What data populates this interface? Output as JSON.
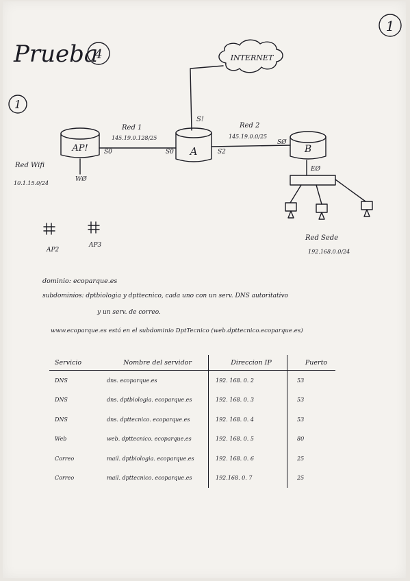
{
  "page": {
    "title": "Prueba",
    "title_number": "4",
    "page_number": "1",
    "exercise_number": "1"
  },
  "diagram": {
    "cloud": "INTERNET",
    "router_a": "A",
    "router_b": "B",
    "access_point": "AP!",
    "iface_s1": "S!",
    "iface_s0_ap": "S0",
    "iface_s0_a": "S0",
    "iface_s2": "S2",
    "iface_s0_b": "SØ",
    "iface_e0": "EØ",
    "iface_w0": "WØ",
    "red1_label": "Red 1",
    "red1_addr": "145.19.0.128/25",
    "red2_label": "Red 2",
    "red2_addr": "145.19.0.0/25",
    "wifi_label": "Red Wifi",
    "wifi_addr": "10.1.15.0/24",
    "sede_label": "Red Sede",
    "sede_addr": "192.168.0.0/24",
    "ap2_label": "AP2",
    "ap3_label": "AP3"
  },
  "notes": {
    "domain_line": "dominio: ecoparque.es",
    "subdomain_line1": "subdominios: dptbiologia y dpttecnico, cada uno con un serv. DNS autoritativo",
    "subdomain_line2": "y un serv. de correo.",
    "www_line": "www.ecoparque.es está en el subdominio DptTecnico (web.dpttecnico.ecoparque.es)"
  },
  "table": {
    "headers": [
      "Servicio",
      "Nombre del servidor",
      "Direccion IP",
      "Puerto"
    ],
    "rows": [
      [
        "DNS",
        "dns. ecoparque.es",
        "192. 168. 0. 2",
        "53"
      ],
      [
        "DNS",
        "dns. dptbiologia. ecoparque.es",
        "192. 168. 0. 3",
        "53"
      ],
      [
        "DNS",
        "dns. dpttecnico. ecoparque.es",
        "192. 168. 0. 4",
        "53"
      ],
      [
        "Web",
        "web. dpttecnico. ecoparque.es",
        "192. 168. 0. 5",
        "80"
      ],
      [
        "Correo",
        "mail. dptbiologia. ecoparque.es",
        "192. 168. 0. 6",
        "25"
      ],
      [
        "Correo",
        "mail. dpttecnico. ecoparque.es",
        "192.168. 0. 7",
        "25"
      ]
    ]
  }
}
